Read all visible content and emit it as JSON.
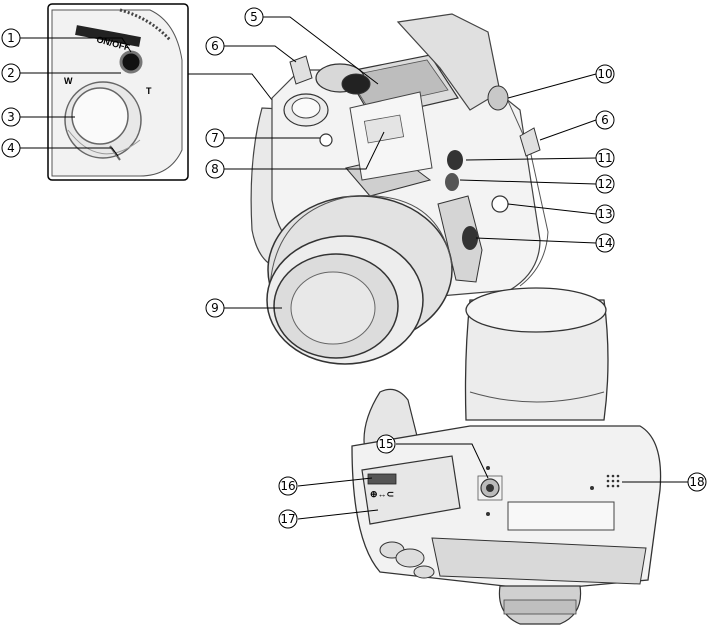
{
  "callouts": [
    "1",
    "2",
    "3",
    "4",
    "5",
    "6",
    "7",
    "8",
    "9",
    "10",
    "11",
    "12",
    "13",
    "14",
    "15",
    "16",
    "17",
    "18"
  ],
  "inset_text": {
    "power": "ON/OFF",
    "zoom_w": "W",
    "zoom_t": "T",
    "battery_lock": "⊕↔⊂"
  }
}
